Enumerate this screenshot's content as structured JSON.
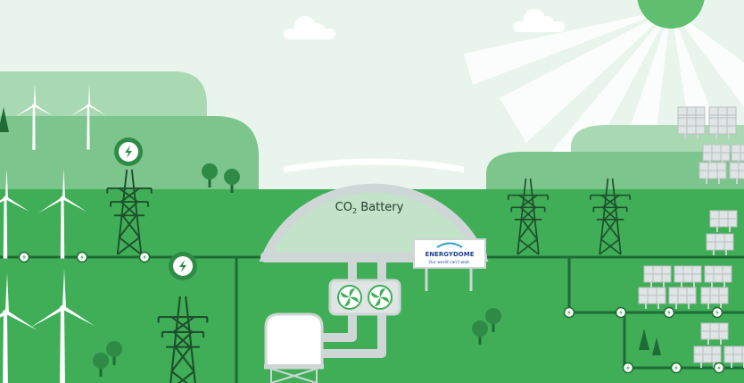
{
  "battery": {
    "label_main": "CO",
    "label_sub": "2",
    "label_rest": " Battery"
  },
  "sign": {
    "brand": "ENERGYDOME",
    "tagline": "Our world can't wait."
  },
  "colors": {
    "sky": "#e9f5ec",
    "hill_light": "#a9d9b2",
    "hill_mid": "#7cc58c",
    "ground": "#3fae57",
    "ground_dark": "#2e8b45",
    "line": "#1f6b35",
    "node": "#ffffff",
    "sun": "#5fbf6f",
    "dome_fill": "#c2e3c8",
    "dome_shell": "#cfd6d6",
    "sign_blue": "#1d3f8f"
  },
  "icons": [
    "lightning-badge-icon",
    "wind-turbine-icon",
    "pylon-icon",
    "solar-panel-icon",
    "tree-icon",
    "cloud-icon",
    "sun-icon",
    "fan-icon",
    "storage-tank-icon",
    "grid-node-icon"
  ]
}
